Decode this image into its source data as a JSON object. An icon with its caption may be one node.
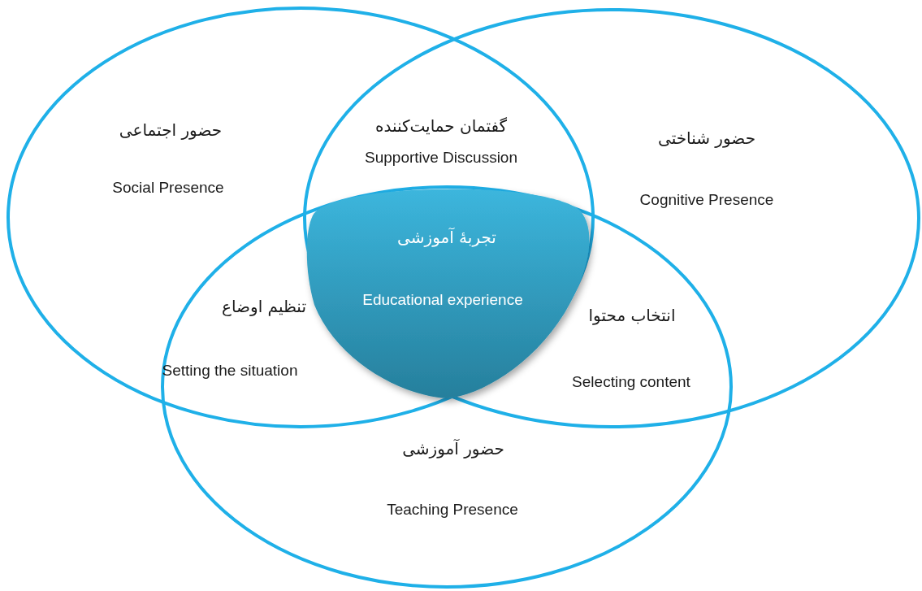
{
  "diagram": {
    "nodes": [
      {
        "text": [
          "حضور اجتماعی",
          "Social Presence"
        ]
      },
      {
        "text": [
          "حضور شناختی",
          "Cognitive Presence"
        ]
      },
      {
        "text": [
          "حضور آموزشی",
          "Teaching Presence"
        ]
      },
      {
        "text": [
          "تجربهٔ آموزشی",
          "Educational experience"
        ]
      }
    ],
    "edges": [],
    "labels": [
      "گفتمان حمایت‌کننده",
      "Supportive Discussion",
      "تنظیم اوضاع",
      "Setting the situation",
      "انتخاب محتوا",
      "Selecting content"
    ]
  }
}
